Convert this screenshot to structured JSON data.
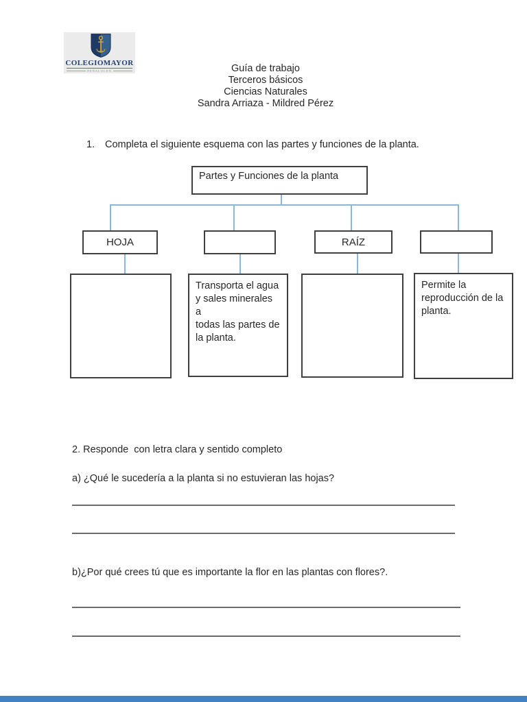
{
  "logo": {
    "name": "COLEGIOMAYOR",
    "subtitle": "PEÑALOLEN",
    "shield_navy": "#1e3a66",
    "shield_blue": "#35618e",
    "shield_gold": "#c9a435"
  },
  "header": {
    "line1": "Guía de trabajo",
    "line2": "Terceros básicos",
    "line3": "Ciencias Naturales",
    "line4": "Sandra Arriaza - Mildred Pérez"
  },
  "question1": {
    "number": "1.",
    "text": "Completa el siguiente esquema con las partes y funciones de la planta."
  },
  "diagram": {
    "root_label": "Partes y Funciones de la planta",
    "part1": "HOJA",
    "part2": "",
    "part3": "RAÍZ",
    "part4": "",
    "func1": "",
    "func2": "Transporta el agua\ny sales minerales a\ntodas las partes de\nla planta.",
    "func3": "",
    "func4": "Permite la\nreproducción de la\nplanta.",
    "connector_color": "#8ab6d9"
  },
  "question2": {
    "heading": "2. Responde  con letra clara y sentido completo",
    "item_a": "a) ¿Qué le sucedería a la planta si no estuvieran las hojas?",
    "item_b": "b)¿Por qué crees tú que es importante la flor en las plantas con flores?."
  },
  "footer": {
    "bar_color": "#4181c4"
  }
}
